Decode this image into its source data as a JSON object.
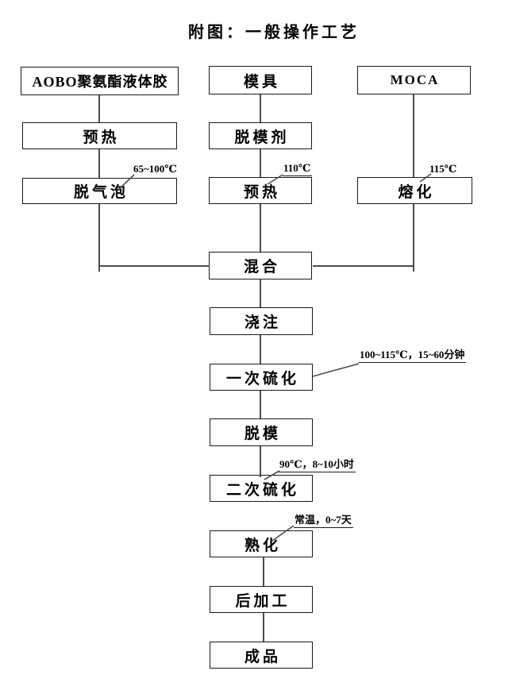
{
  "title": "附图：一般操作工艺",
  "nodes": {
    "aobo": {
      "label": "AOBO聚氨酯液体胶"
    },
    "preheat_glue": {
      "label": "预热"
    },
    "degas": {
      "label": "脱气泡"
    },
    "mold": {
      "label": "模具"
    },
    "release_agent": {
      "label": "脱模剂"
    },
    "preheat_mold": {
      "label": "预热"
    },
    "moca": {
      "label": "MOCA"
    },
    "melt": {
      "label": "熔化"
    },
    "mix": {
      "label": "混合"
    },
    "pour": {
      "label": "浇注"
    },
    "primary_cure": {
      "label": "一次硫化"
    },
    "demold": {
      "label": "脱模"
    },
    "secondary_cure": {
      "label": "二次硫化"
    },
    "mature": {
      "label": "熟化"
    },
    "post_process": {
      "label": "后加工"
    },
    "finished_product": {
      "label": "成品"
    }
  },
  "annotations": {
    "degas_temp": {
      "text": "65~100℃"
    },
    "preheat_mold_temp": {
      "text": "110℃"
    },
    "melt_temp": {
      "text": "115℃"
    },
    "primary_cure_cond": {
      "text": "100~115℃，15~60分钟"
    },
    "secondary_cure_cond": {
      "text": "90℃，8~10小时"
    },
    "mature_cond": {
      "text": "常温，0~7天"
    }
  },
  "colors": {
    "background": "#ffffff",
    "box_border": "#1a1a1a",
    "connector_line": "#4d4d4d",
    "text": "#000000"
  }
}
